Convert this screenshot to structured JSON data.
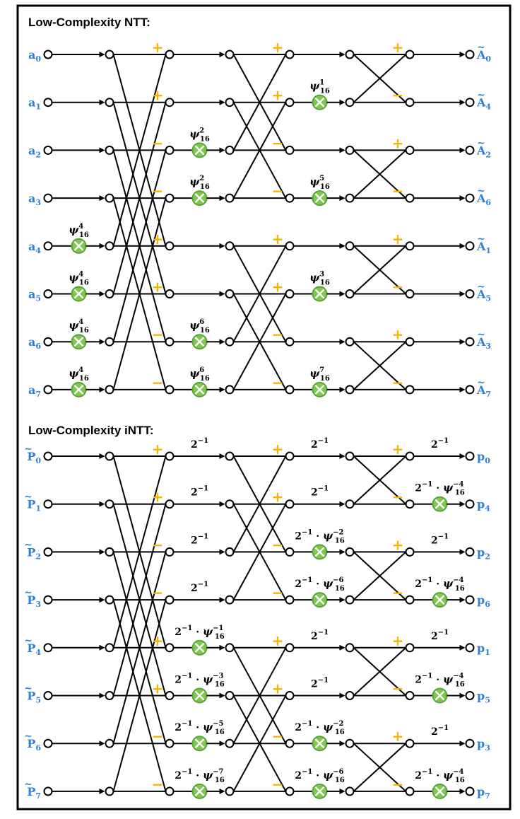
{
  "ntt": {
    "title": "Low-Complexity NTT:",
    "inputs": [
      {
        "name": "a",
        "sub": "0"
      },
      {
        "name": "a",
        "sub": "1"
      },
      {
        "name": "a",
        "sub": "2"
      },
      {
        "name": "a",
        "sub": "3"
      },
      {
        "name": "a",
        "sub": "4"
      },
      {
        "name": "a",
        "sub": "5"
      },
      {
        "name": "a",
        "sub": "6"
      },
      {
        "name": "a",
        "sub": "7"
      }
    ],
    "outputs": [
      {
        "name": "A",
        "tilde": true,
        "sub": "0"
      },
      {
        "name": "A",
        "tilde": true,
        "sub": "4"
      },
      {
        "name": "A",
        "tilde": true,
        "sub": "2"
      },
      {
        "name": "A",
        "tilde": true,
        "sub": "6"
      },
      {
        "name": "A",
        "tilde": true,
        "sub": "1"
      },
      {
        "name": "A",
        "tilde": true,
        "sub": "5"
      },
      {
        "name": "A",
        "tilde": true,
        "sub": "3"
      },
      {
        "name": "A",
        "tilde": true,
        "sub": "7"
      }
    ],
    "pre_twiddles": [
      {
        "row": 4,
        "pre": "",
        "psi": "ψ",
        "sup": "4",
        "sub": "16"
      },
      {
        "row": 5,
        "pre": "",
        "psi": "ψ",
        "sup": "4",
        "sub": "16"
      },
      {
        "row": 6,
        "pre": "",
        "psi": "ψ",
        "sup": "4",
        "sub": "16"
      },
      {
        "row": 7,
        "pre": "",
        "psi": "ψ",
        "sup": "4",
        "sub": "16"
      }
    ],
    "stages": [
      {
        "span": 4,
        "signs": [
          "+",
          "+",
          "−",
          "−",
          "+",
          "+",
          "−",
          "−"
        ],
        "twiddles": [
          {
            "row": 2,
            "pre": "",
            "psi": "ψ",
            "sup": "2",
            "sub": "16"
          },
          {
            "row": 3,
            "pre": "",
            "psi": "ψ",
            "sup": "2",
            "sub": "16"
          },
          {
            "row": 6,
            "pre": "",
            "psi": "ψ",
            "sup": "6",
            "sub": "16"
          },
          {
            "row": 7,
            "pre": "",
            "psi": "ψ",
            "sup": "6",
            "sub": "16"
          }
        ]
      },
      {
        "span": 2,
        "signs": [
          "+",
          "+",
          "−",
          "−",
          "+",
          "+",
          "−",
          "−"
        ],
        "twiddles": [
          {
            "row": 1,
            "pre": "",
            "psi": "ψ",
            "sup": "1",
            "sub": "16"
          },
          {
            "row": 3,
            "pre": "",
            "psi": "ψ",
            "sup": "5",
            "sub": "16"
          },
          {
            "row": 5,
            "pre": "",
            "psi": "ψ",
            "sup": "3",
            "sub": "16"
          },
          {
            "row": 7,
            "pre": "",
            "psi": "ψ",
            "sup": "7",
            "sub": "16"
          }
        ]
      },
      {
        "span": 1,
        "signs": [
          "+",
          "−",
          "+",
          "−",
          "+",
          "−",
          "+",
          "−"
        ],
        "twiddles": []
      }
    ]
  },
  "intt": {
    "title": "Low-Complexity iNTT:",
    "inputs": [
      {
        "name": "P",
        "tilde": true,
        "sub": "0"
      },
      {
        "name": "P",
        "tilde": true,
        "sub": "1"
      },
      {
        "name": "P",
        "tilde": true,
        "sub": "2"
      },
      {
        "name": "P",
        "tilde": true,
        "sub": "3"
      },
      {
        "name": "P",
        "tilde": true,
        "sub": "4"
      },
      {
        "name": "P",
        "tilde": true,
        "sub": "5"
      },
      {
        "name": "P",
        "tilde": true,
        "sub": "6"
      },
      {
        "name": "P",
        "tilde": true,
        "sub": "7"
      }
    ],
    "outputs": [
      {
        "name": "p",
        "sub": "0"
      },
      {
        "name": "p",
        "sub": "4"
      },
      {
        "name": "p",
        "sub": "2"
      },
      {
        "name": "p",
        "sub": "6"
      },
      {
        "name": "p",
        "sub": "1"
      },
      {
        "name": "p",
        "sub": "5"
      },
      {
        "name": "p",
        "sub": "3"
      },
      {
        "name": "p",
        "sub": "7"
      }
    ],
    "stages": [
      {
        "span": 4,
        "signs": [
          "+",
          "+",
          "−",
          "−",
          "+",
          "+",
          "−",
          "−"
        ],
        "scales": [
          {
            "row": 0,
            "pre": "2",
            "preSup": "−1"
          },
          {
            "row": 1,
            "pre": "2",
            "preSup": "−1"
          },
          {
            "row": 2,
            "pre": "2",
            "preSup": "−1"
          },
          {
            "row": 3,
            "pre": "2",
            "preSup": "−1"
          }
        ],
        "twiddles": [
          {
            "row": 4,
            "pre": "2",
            "preSup": "−1",
            "psi": "ψ",
            "sup": "−1",
            "sub": "16"
          },
          {
            "row": 5,
            "pre": "2",
            "preSup": "−1",
            "psi": "ψ",
            "sup": "−3",
            "sub": "16"
          },
          {
            "row": 6,
            "pre": "2",
            "preSup": "−1",
            "psi": "ψ",
            "sup": "−5",
            "sub": "16"
          },
          {
            "row": 7,
            "pre": "2",
            "preSup": "−1",
            "psi": "ψ",
            "sup": "−7",
            "sub": "16"
          }
        ]
      },
      {
        "span": 2,
        "signs": [
          "+",
          "+",
          "−",
          "−",
          "+",
          "+",
          "−",
          "−"
        ],
        "scales": [
          {
            "row": 0,
            "pre": "2",
            "preSup": "−1"
          },
          {
            "row": 1,
            "pre": "2",
            "preSup": "−1"
          },
          {
            "row": 4,
            "pre": "2",
            "preSup": "−1"
          },
          {
            "row": 5,
            "pre": "2",
            "preSup": "−1"
          }
        ],
        "twiddles": [
          {
            "row": 2,
            "pre": "2",
            "preSup": "−1",
            "psi": "ψ",
            "sup": "−2",
            "sub": "16"
          },
          {
            "row": 3,
            "pre": "2",
            "preSup": "−1",
            "psi": "ψ",
            "sup": "−6",
            "sub": "16"
          },
          {
            "row": 6,
            "pre": "2",
            "preSup": "−1",
            "psi": "ψ",
            "sup": "−2",
            "sub": "16"
          },
          {
            "row": 7,
            "pre": "2",
            "preSup": "−1",
            "psi": "ψ",
            "sup": "−6",
            "sub": "16"
          }
        ]
      },
      {
        "span": 1,
        "signs": [
          "+",
          "−",
          "+",
          "−",
          "+",
          "−",
          "+",
          "−"
        ],
        "scales": [
          {
            "row": 0,
            "pre": "2",
            "preSup": "−1"
          },
          {
            "row": 2,
            "pre": "2",
            "preSup": "−1"
          },
          {
            "row": 4,
            "pre": "2",
            "preSup": "−1"
          },
          {
            "row": 6,
            "pre": "2",
            "preSup": "−1"
          }
        ],
        "twiddles": [
          {
            "row": 1,
            "pre": "2",
            "preSup": "−1",
            "psi": "ψ",
            "sup": "−4",
            "sub": "16"
          },
          {
            "row": 3,
            "pre": "2",
            "preSup": "−1",
            "psi": "ψ",
            "sup": "−4",
            "sub": "16"
          },
          {
            "row": 5,
            "pre": "2",
            "preSup": "−1",
            "psi": "ψ",
            "sup": "−4",
            "sub": "16"
          },
          {
            "row": 7,
            "pre": "2",
            "preSup": "−1",
            "psi": "ψ",
            "sup": "−4",
            "sub": "16"
          }
        ]
      }
    ]
  },
  "colors": {
    "input_output": "#2f7fd6",
    "sign": "#f2b705",
    "multiplier_fill": "#7ec850",
    "multiplier_stroke": "#5aa33a",
    "wire": "#000000"
  },
  "icons": {
    "multiplier": "circled-times-icon",
    "node": "open-circle-node"
  }
}
